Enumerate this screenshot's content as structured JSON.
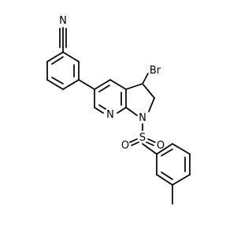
{
  "molecule": {
    "atom_labels": {
      "nitrile_n": "N",
      "bromine": "Br",
      "pyridine_n": "N",
      "pyrrole_n": "N",
      "sulfur": "S",
      "oxygen_left": "O",
      "oxygen_right": "O"
    },
    "colors": {
      "bond": "#000000",
      "background": "#ffffff"
    }
  }
}
